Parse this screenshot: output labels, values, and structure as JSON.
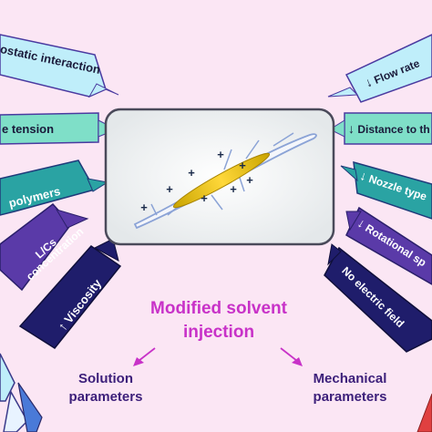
{
  "colors": {
    "background": "#fbe6f4",
    "cyan": "#bfeefa",
    "teal_light": "#7fdfc8",
    "teal": "#2aa3a3",
    "purple": "#5a3aa8",
    "navy": "#1f1d6b",
    "title_magenta": "#c832c8",
    "group_text": "#3c1f7a"
  },
  "center": {
    "title_line1": "Modified solvent",
    "title_line2": "injection"
  },
  "groups": {
    "solution": {
      "line1": "Solution",
      "line2": "parameters"
    },
    "mechanical": {
      "line1": "Mechanical",
      "line2": "parameters"
    }
  },
  "left_params": [
    {
      "text": "ostatic interaction",
      "arrow": false
    },
    {
      "text": "e tension",
      "arrow": false
    },
    {
      "text": "polymers",
      "arrow": false
    },
    {
      "text": "L/Cs",
      "text2": "concentration",
      "arrow": false
    },
    {
      "text": "Viscosity",
      "arrow": true
    }
  ],
  "right_params": [
    {
      "text": "Flow rate",
      "arrow": true
    },
    {
      "text": "Distance to th",
      "arrow": true
    },
    {
      "text": "Nozzle type",
      "arrow": true
    },
    {
      "text": "Rotational sp",
      "arrow": true
    },
    {
      "text": "No electric field",
      "arrow": false
    }
  ],
  "charges": [
    "+",
    "+",
    "+",
    "+",
    "+",
    "+",
    "+",
    "+"
  ],
  "icons": [
    "arrow-up-icon",
    "arrow-down-icon",
    "plus-charge-icon"
  ]
}
